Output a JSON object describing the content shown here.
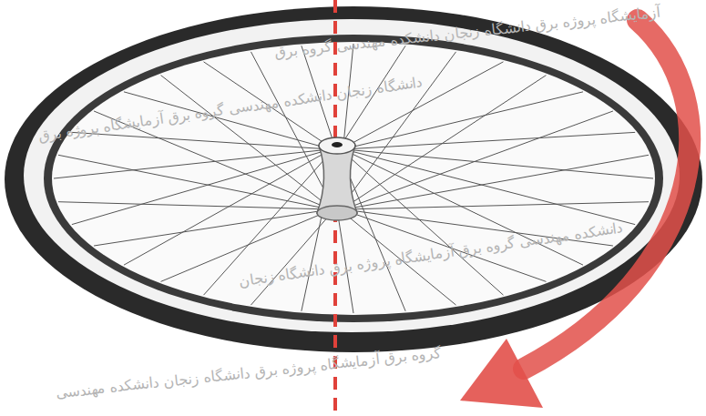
{
  "diagram": {
    "labels": [
      "آزمایشگاه پروژه برق دانشگاه زنجان دانشکده مهندسی گروه برق",
      "دانشگاه زنجان دانشکده مهندسی گروه برق آزمایشگاه پروژه برق",
      "دانشکده مهندسی گروه برق آزمایشگاه پروژه برق دانشگاه زنجان",
      "گروه برق آزمایشگاه پروژه برق دانشگاه زنجان دانشکده مهندسی"
    ]
  }
}
